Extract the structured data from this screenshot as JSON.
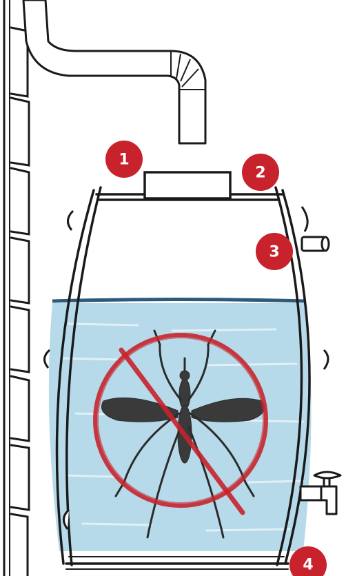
{
  "markers": [
    {
      "id": "1",
      "label": "1",
      "points_to": "inlet-cover"
    },
    {
      "id": "2",
      "label": "2",
      "points_to": "tank-lid"
    },
    {
      "id": "3",
      "label": "3",
      "points_to": "overflow-pipe"
    },
    {
      "id": "4",
      "label": "4",
      "points_to": "tap-outlet"
    }
  ],
  "icons": {
    "prohibition": "no-mosquito-sign-icon",
    "insect": "mosquito-icon"
  },
  "colors": {
    "outline": "#1a1a1a",
    "water": "#a9d4e6",
    "water_line": "#2d5a7a",
    "marker_fill": "#c8232c",
    "prohibition": "#c8232c",
    "mosquito": "#3a3a3a"
  }
}
